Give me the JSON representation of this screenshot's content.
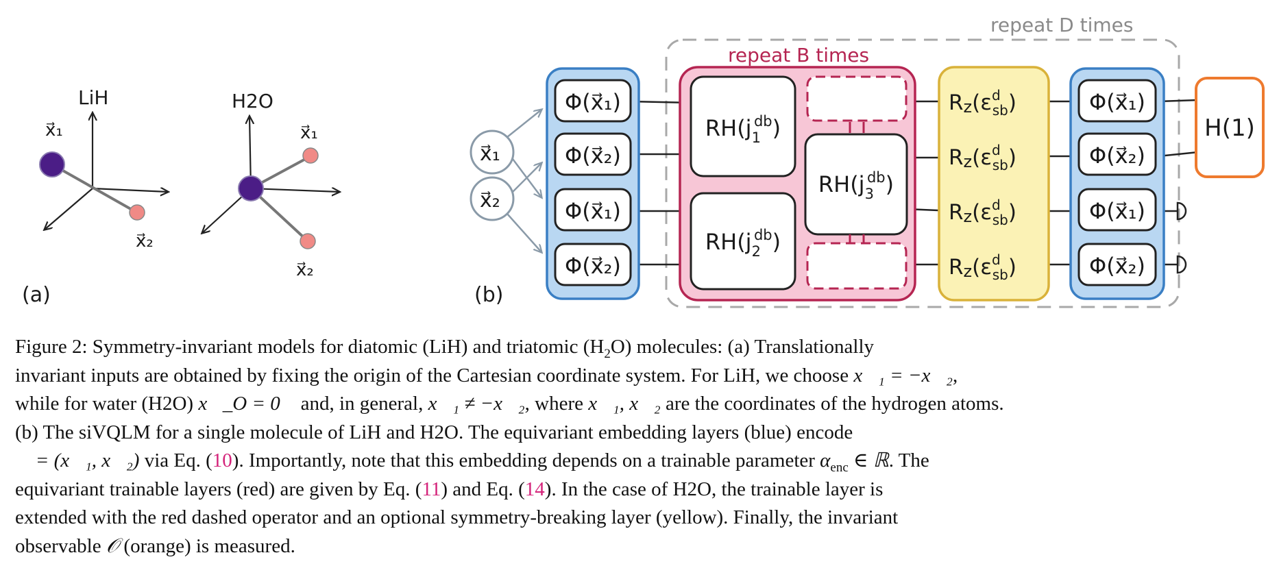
{
  "panel_a": {
    "label": "(a)",
    "lih": {
      "axis_label": "LiH",
      "x1_label": "x⃗₁",
      "x2_label": "x⃗₂"
    },
    "h2o": {
      "axis_label": "H2O",
      "x1_label": "x⃗₁",
      "x2_label": "x⃗₂"
    }
  },
  "panel_b": {
    "label": "(b)",
    "repeat_d": "repeat D times",
    "repeat_b": "repeat B times",
    "inputs": [
      "x⃗₁",
      "x⃗₂"
    ],
    "embedding_gates": [
      "Φ(x⃗₁)",
      "Φ(x⃗₂)",
      "Φ(x⃗₁)",
      "Φ(x⃗₂)"
    ],
    "rh_gates": {
      "j1": {
        "prefix": "RH(j",
        "sub": "1",
        "sup": "db",
        "suffix": ")"
      },
      "j2": {
        "prefix": "RH(j",
        "sub": "2",
        "sup": "db",
        "suffix": ")"
      },
      "j3": {
        "prefix": "RH(j",
        "sub": "3",
        "sup": "db",
        "suffix": ")"
      }
    },
    "rz_gates": {
      "prefix": "R",
      "z": "z",
      "open": "(ε",
      "sup": "d",
      "sub": "sb",
      "close": ")"
    },
    "output_gates": [
      "Φ(x⃗₁)",
      "Φ(x⃗₂)",
      "Φ(x⃗₁)",
      "Φ(x⃗₂)"
    ],
    "observable": "H(1)",
    "colors": {
      "blue_fill": "#b9d7f2",
      "blue_stroke": "#3a7fc4",
      "pink_fill": "#f7c6d6",
      "pink_stroke": "#b52552",
      "yellow_fill": "#fbf2b5",
      "yellow_stroke": "#d9b23a",
      "orange_stroke": "#ee7a2e",
      "purple_atom": "#4b1d86",
      "salmon_atom": "#f08a86",
      "dashed_gray": "#a8a8a8"
    }
  },
  "caption": {
    "l1": {
      "a": "Figure 2: Symmetry-invariant models for diatomic (LiH) and triatomic (H",
      "sub": "2",
      "b": "O) molecules: (a)  Translationally"
    },
    "l2": {
      "a": "invariant inputs are obtained by fixing the origin of the Cartesian coordinate system. For LiH, we choose ",
      "m": "x⃗₁ = −x⃗₂",
      "b": ","
    },
    "l3": {
      "a": "while for water (H2O) ",
      "m1": "x⃗_O = 0⃗",
      "b": " and, in general, ",
      "m2": "x⃗₁ ≠ −x⃗₂",
      "c": ", where ",
      "m3": "x⃗₁, x⃗₂",
      "d": " are the coordinates of the hydrogen atoms."
    },
    "l4": "(b) The siVQLM for a single molecule of LiH and H2O. The equivariant embedding layers (blue) encode",
    "l5": {
      "m": "𝒳 = (x⃗₁, x⃗₂)",
      "a": " via Eq. (",
      "ref": "10",
      "b": "). Importantly, note that this embedding depends on a trainable parameter ",
      "m2": "α",
      "m2sub": "enc",
      "m3": " ∈ ℝ",
      "c": ". The"
    },
    "l6": {
      "a": "equivariant trainable layers (red) are given by Eq. (",
      "ref1": "11",
      "b": ") and Eq. (",
      "ref2": "14",
      "c": "). In the case of H2O, the trainable layer is"
    },
    "l7": "extended with the red dashed operator and an optional symmetry-breaking layer (yellow). Finally, the invariant",
    "l8": {
      "m": "𝒪",
      "a": " (orange) is measured.",
      "pre": "observable "
    }
  }
}
